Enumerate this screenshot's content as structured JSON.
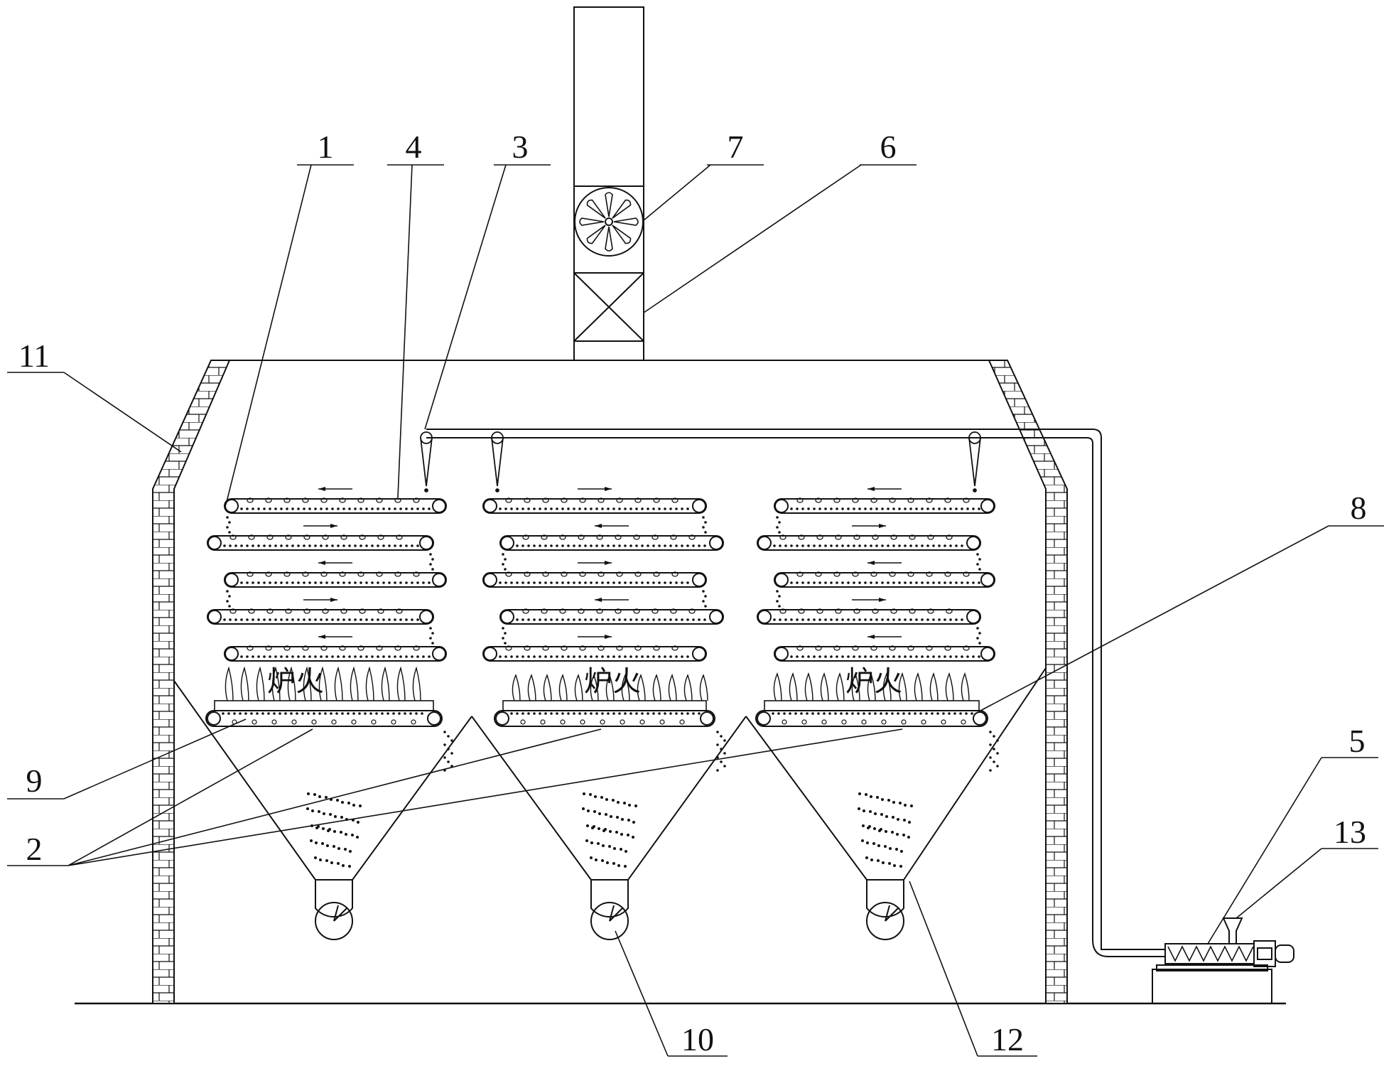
{
  "diagram": {
    "stroke_color": "#111111",
    "background": "#ffffff",
    "fire_label": "炉火",
    "callouts": [
      {
        "id": "1",
        "text": "1"
      },
      {
        "id": "4",
        "text": "4"
      },
      {
        "id": "3",
        "text": "3"
      },
      {
        "id": "7",
        "text": "7"
      },
      {
        "id": "6",
        "text": "6"
      },
      {
        "id": "11",
        "text": "11"
      },
      {
        "id": "8",
        "text": "8"
      },
      {
        "id": "9",
        "text": "9"
      },
      {
        "id": "2",
        "text": "2"
      },
      {
        "id": "5",
        "text": "5"
      },
      {
        "id": "13",
        "text": "13"
      },
      {
        "id": "10",
        "text": "10"
      },
      {
        "id": "12",
        "text": "12"
      }
    ],
    "components": {
      "chimney": "chimney",
      "fan": "fan-icon",
      "damper": "damper",
      "furnace_walls": "brick-wall",
      "conveyor_units": 3,
      "conveyors_per_unit": 5,
      "hoppers": 3,
      "screw_feeder": "screw-feeder"
    }
  }
}
